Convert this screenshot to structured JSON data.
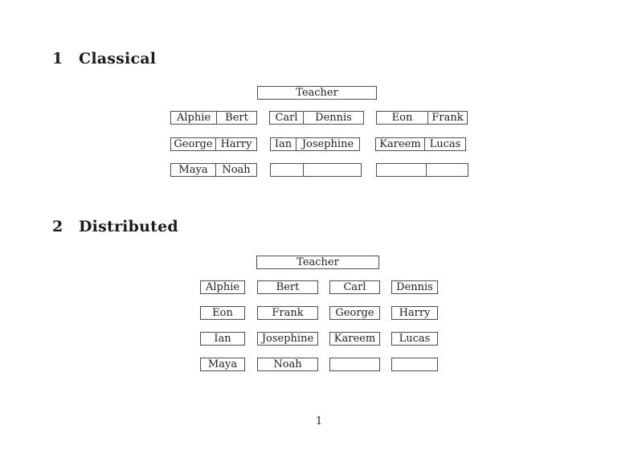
{
  "document": {
    "sections": [
      {
        "number": "1",
        "title": "Classical",
        "teacher_label": "Teacher",
        "desks": [
          {
            "left": "Alphie",
            "right": "Bert"
          },
          {
            "left": "Carl",
            "right": "Dennis"
          },
          {
            "left": "Eon",
            "right": "Frank"
          },
          {
            "left": "George",
            "right": "Harry"
          },
          {
            "left": "Ian",
            "right": "Josephine"
          },
          {
            "left": "Kareem",
            "right": "Lucas"
          },
          {
            "left": "Maya",
            "right": "Noah"
          },
          {
            "left": "",
            "right": ""
          },
          {
            "left": "",
            "right": ""
          }
        ]
      },
      {
        "number": "2",
        "title": "Distributed",
        "teacher_label": "Teacher",
        "seats": [
          "Alphie",
          "Bert",
          "Carl",
          "Dennis",
          "Eon",
          "Frank",
          "George",
          "Harry",
          "Ian",
          "Josephine",
          "Kareem",
          "Lucas",
          "Maya",
          "Noah",
          "",
          ""
        ]
      }
    ],
    "page_number": "1"
  }
}
